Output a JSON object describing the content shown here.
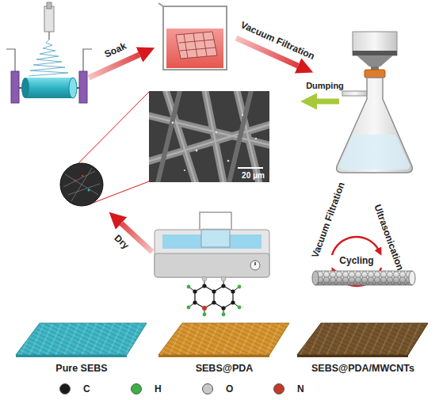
{
  "diagram": {
    "nodes": [
      {
        "text": [
          "20 μm"
        ]
      }
    ],
    "labels": [
      "Soak",
      "Vacuum Filtration",
      "Dumping",
      "Vacuum Filtration",
      "Cycling",
      "Ultrasonication",
      "Dry",
      "Pure SEBS",
      "SEBS@PDA",
      "SEBS@PDA/MWCNTs"
    ],
    "legend": [
      {
        "text": "C",
        "color": "#1a1a1a"
      },
      {
        "text": "H",
        "color": "#3cb043"
      },
      {
        "text": "O",
        "color": "#c8c8c8"
      },
      {
        "text": "N",
        "color": "#c0392b"
      }
    ]
  }
}
